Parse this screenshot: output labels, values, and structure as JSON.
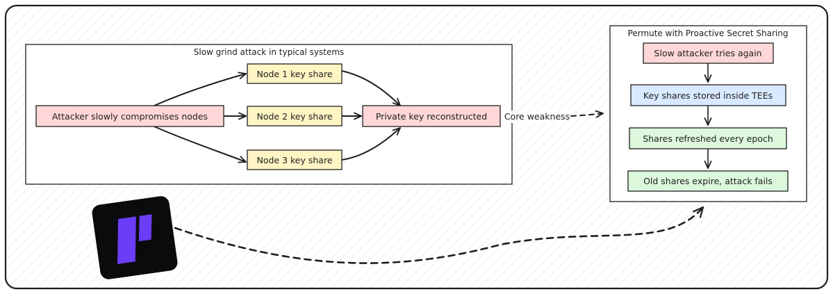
{
  "colors": {
    "stroke": "#1e1e1e",
    "red_fill": "#ffd7d9",
    "yellow_fill": "#fff5c4",
    "blue_fill": "#d9e9ff",
    "green_fill": "#dcf7dc",
    "logo_bg": "#0b0b0e",
    "logo_accent": "#6b3df5"
  },
  "left_panel": {
    "title": "Slow grind attack in typical systems",
    "attacker": "Attacker slowly compromises nodes",
    "node1": "Node 1 key share",
    "node2": "Node 2 key share",
    "node3": "Node 3 key share",
    "reconstructed": "Private key reconstructed"
  },
  "connector": {
    "label": "Core weakness"
  },
  "right_panel": {
    "title": "Permute with Proactive Secret Sharing",
    "step1": "Slow attacker tries again",
    "step2": "Key shares stored inside TEEs",
    "step3": "Shares refreshed every epoch",
    "step4": "Old shares expire, attack fails"
  },
  "logo": {
    "icon": "permute-logo-icon"
  }
}
